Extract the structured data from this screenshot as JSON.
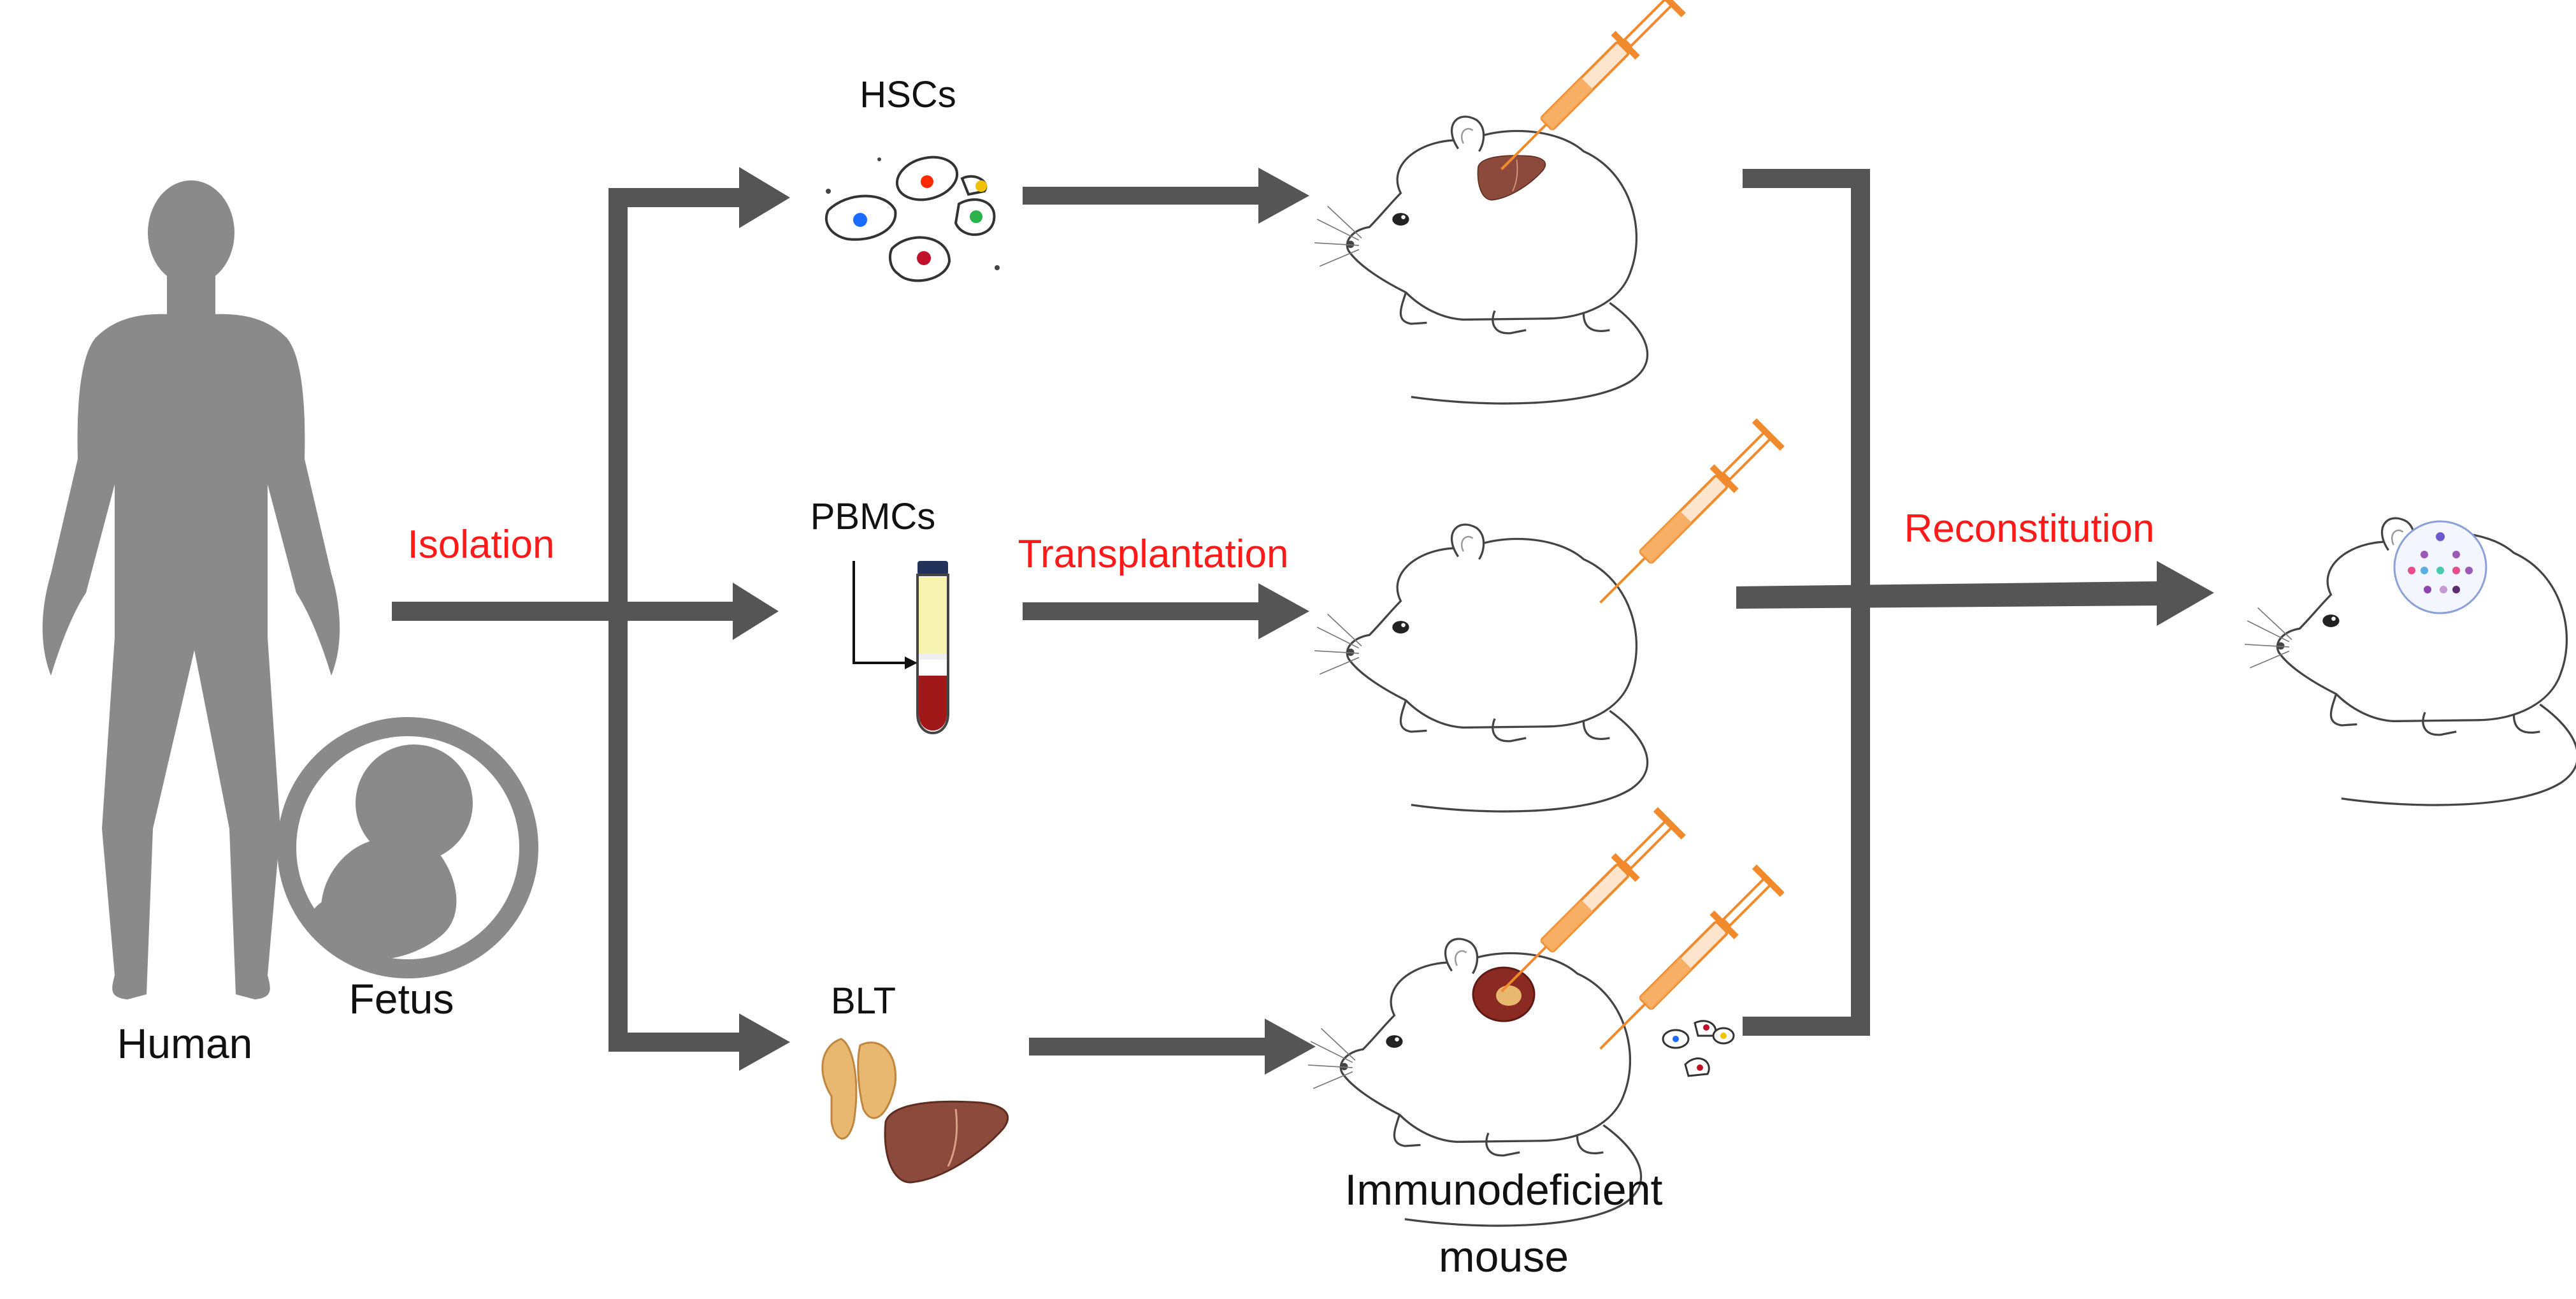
{
  "labels": {
    "human": "Human",
    "fetus": "Fetus",
    "hscs": "HSCs",
    "pbmcs": "PBMCs",
    "blt": "BLT",
    "immunodeficient_line1": "Immunodeficient",
    "immunodeficient_line2": "mouse"
  },
  "steps": {
    "isolation": "Isolation",
    "transplantation": "Transplantation",
    "reconstitution": "Reconstitution"
  },
  "colors": {
    "arrow": "#555555",
    "silhouette": "#8a8a8a",
    "step_text": "#ff1a1a",
    "label_text": "#111111",
    "syringe": "#f08a2c",
    "liver": "#8b4a3c",
    "thymus": "#e8b870",
    "blood": "#a01818",
    "tube_plasma": "#f6f2b0",
    "tube_cap": "#22325a"
  },
  "icons": [
    "human-silhouette-icon",
    "fetus-icon",
    "stem-cells-icon",
    "blood-tube-icon",
    "thymus-icon",
    "liver-icon",
    "mouse-icon",
    "syringe-icon"
  ]
}
